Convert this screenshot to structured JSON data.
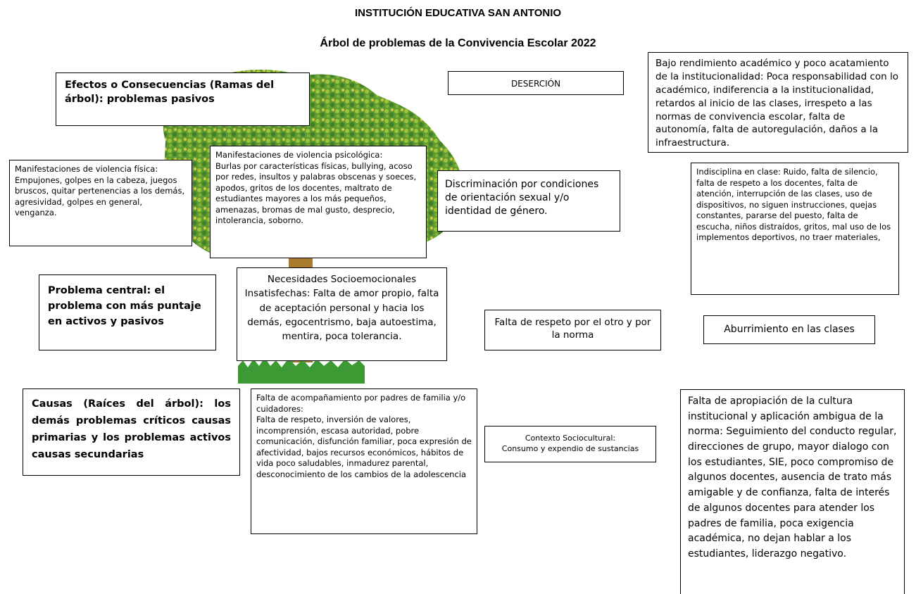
{
  "header": {
    "institution": "INSTITUCIÓN EDUCATIVA SAN ANTONIO",
    "subtitle": "Árbol de problemas de la Convivencia Escolar 2022"
  },
  "colors": {
    "foliage_dark": "#3f7f2a",
    "foliage_light": "#9cc63c",
    "foliage_yellow": "#d6c84a",
    "trunk": "#a97b2c",
    "grass": "#3c9a34"
  },
  "labels": {
    "effects": "Efectos o Consecuencias (Ramas del árbol): problemas pasivos",
    "central": "Problema central: el problema con más puntaje en activos y pasivos",
    "causes": "Causas (Raíces del árbol): los demás problemas críticos causas primarias y los problemas activos causas secundarias"
  },
  "effects_boxes": {
    "desercion": "DESERCIÓN",
    "bajo_rendimiento": "Bajo rendimiento académico y poco acatamiento de la institucionalidad: Poca responsabilidad con lo académico, indiferencia a la institucionalidad, retardos al inicio de las clases, irrespeto a las normas de convivencia escolar, falta de autonomía, falta de autoregulación, daños a la infraestructura.",
    "violencia_fisica": "Manifestaciones de violencia física:\nEmpujones, golpes en la cabeza, juegos bruscos, quitar pertenencias a los demás, agresividad, golpes en general, venganza.",
    "violencia_psicologica": "Manifestaciones de violencia psicológica:\nBurlas por características físicas, bullying, acoso por redes, insultos y palabras obscenas y soeces, apodos, gritos de los docentes, maltrato de estudiantes mayores a los más pequeños, amenazas, bromas de mal gusto, desprecio, intolerancia, soborno.",
    "discriminacion": "Discriminación por condiciones de orientación sexual y/o identidad de género.",
    "indisciplina": "Indisciplina en clase: Ruido, falta de silencio, falta de respeto a los docentes, falta de atención, interrupción de las clases, uso de dispositivos, no siguen instrucciones, quejas constantes, pararse del puesto, falta de escucha, niños distraídos, gritos, mal uso de los implementos deportivos, no traer materiales,"
  },
  "central_boxes": {
    "necesidades": "Necesidades Socioemocionales Insatisfechas: Falta de amor propio, falta de aceptación personal y hacia los demás, egocentrismo, baja autoestima, mentira, poca tolerancia.",
    "falta_respeto": "Falta de respeto por el otro y por la norma",
    "aburrimiento": "Aburrimiento en las clases"
  },
  "cause_boxes": {
    "acompanamiento": "Falta de acompañamiento por padres de familia y/o cuidadores:\nFalta de respeto, inversión de valores, incomprensión, escasa autoridad, pobre comunicación, disfunción familiar, poca expresión de afectividad, bajos recursos económicos, hábitos de vida poco saludables, inmadurez parental, desconocimiento de los cambios de la adolescencia",
    "contexto": "Contexto Sociocultural:\nConsumo y expendio de sustancias",
    "apropiacion": "Falta de apropiación de la cultura institucional y aplicación ambigua de la norma: Seguimiento del conducto regular, direcciones de grupo, mayor dialogo con los estudiantes, SIE, poco compromiso de algunos docentes, ausencia de trato más amigable y de confianza, falta de interés de algunos docentes para atender los padres de familia, poca exigencia académica, no dejan hablar a los estudiantes, liderazgo negativo."
  }
}
